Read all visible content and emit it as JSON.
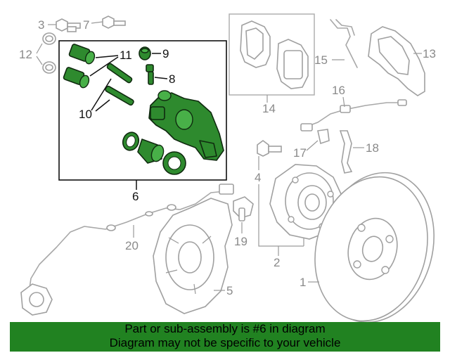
{
  "callouts": {
    "c1": "1",
    "c2": "2",
    "c3": "3",
    "c4": "4",
    "c5": "5",
    "c6": "6",
    "c7": "7",
    "c8": "8",
    "c9": "9",
    "c10": "10",
    "c11": "11",
    "c12": "12",
    "c13": "13",
    "c14": "14",
    "c15": "15",
    "c16": "16",
    "c17": "17",
    "c18": "18",
    "c19": "19",
    "c20": "20"
  },
  "footer": {
    "line1": "Part or sub-assembly is #6 in diagram",
    "line2": "Diagram may not be specific to your vehicle"
  },
  "colors": {
    "highlight_part": "#2e8a2e",
    "footer_background": "#218221",
    "leader_gray": "#8a8a8a"
  }
}
